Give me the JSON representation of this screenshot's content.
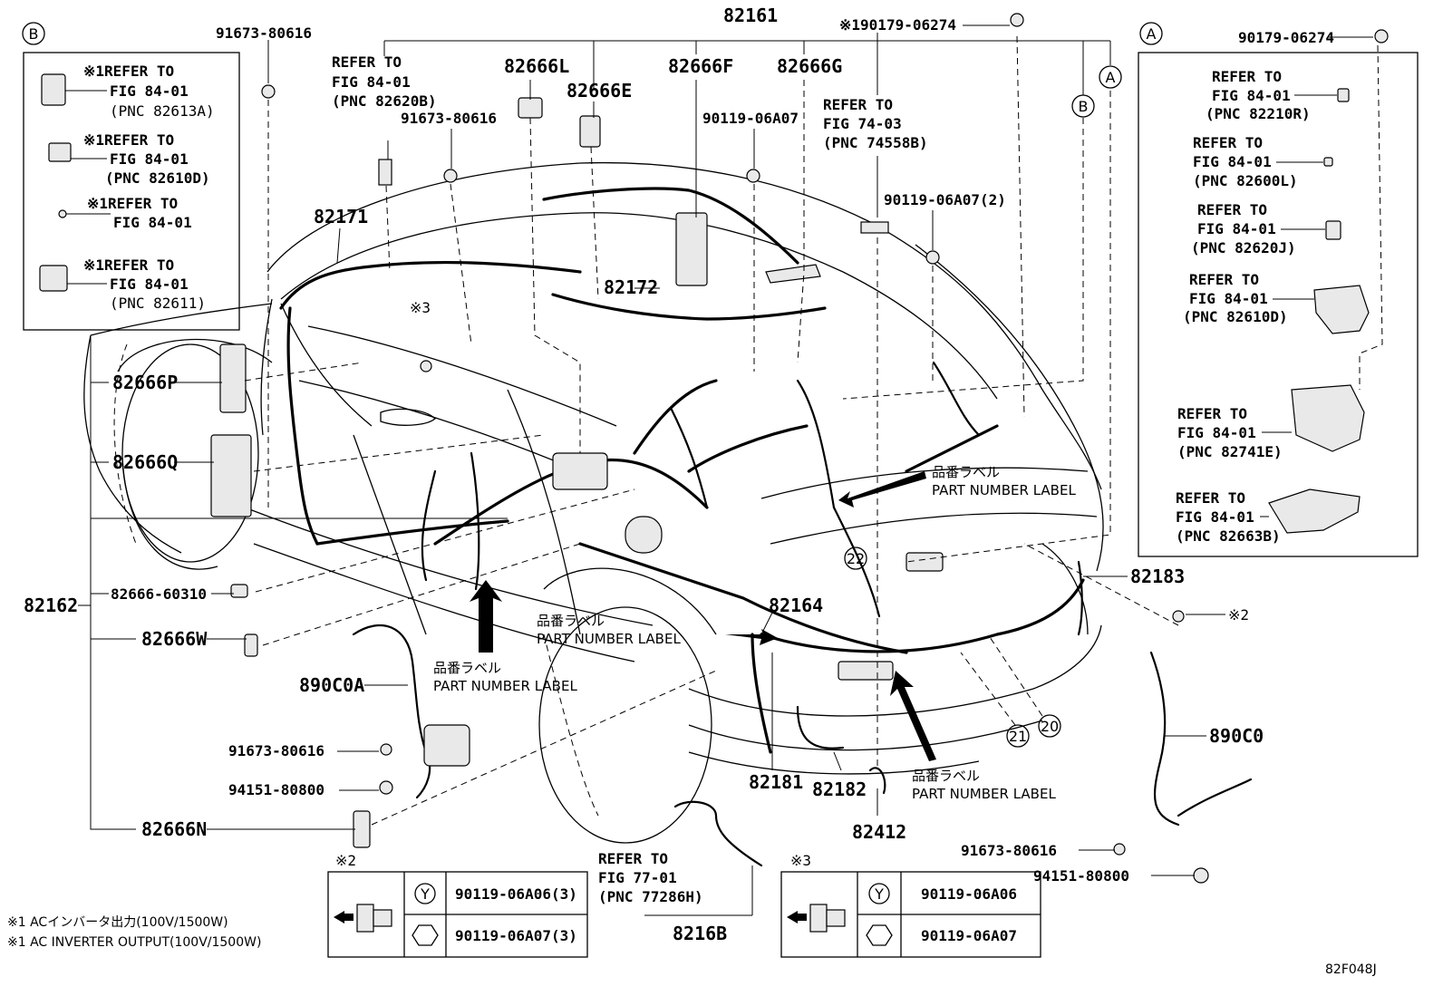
{
  "diagram_id": "82F048J",
  "top_callouts": {
    "main_harness": "82161",
    "bolt_top": "※190179-06274",
    "circle_a": "A",
    "circle_b": "B"
  },
  "refs": {
    "r1": {
      "line1": "REFER TO",
      "line2": "FIG 84-01",
      "line3": "(PNC 82620B)"
    },
    "r2": {
      "line1": "REFER TO",
      "line2": "FIG 74-03",
      "line3": "(PNC 74558B)"
    },
    "r3": {
      "line1": "REFER TO",
      "line2": "FIG 77-01",
      "line3": "(PNC 77286H)"
    }
  },
  "parts": {
    "p82666L": "82666L",
    "p82666E": "82666E",
    "p82666F": "82666F",
    "p82666G": "82666G",
    "p91673_top": "91673-80616",
    "p91673_mid": "91673-80616",
    "p90119_top": "90119-06A07",
    "p90119_2": "90119-06A07(2)",
    "p82171": "82171",
    "p82172": "82172",
    "p82666P": "82666P",
    "p82666Q": "82666Q",
    "p82162": "82162",
    "p82666_60310": "82666-60310",
    "p82666W": "82666W",
    "p890C0A": "890C0A",
    "p91673_left": "91673-80616",
    "p94151_left": "94151-80800",
    "p82666N": "82666N",
    "p82164": "82164",
    "p82181": "82181",
    "p82182": "82182",
    "p82412": "82412",
    "p8216B": "8216B",
    "p82183": "82183",
    "p890C0": "890C0",
    "p91673_right": "91673-80616",
    "p94151_right": "94151-80800",
    "note2_right": "※2",
    "note3_mid": "※3",
    "circle20": "20",
    "circle21": "21",
    "circle22": "22"
  },
  "labels": {
    "jp": "品番ラベル",
    "en": "PART NUMBER LABEL"
  },
  "box_b": {
    "tag": "B",
    "items": [
      {
        "line1": "※1REFER TO",
        "line2": "FIG 84-01",
        "line3": "(PNC 82613A)"
      },
      {
        "line1": "※1REFER TO",
        "line2": "FIG 84-01",
        "line3": "(PNC 82610D)"
      },
      {
        "line1": "※1REFER TO",
        "line2": "FIG 84-01",
        "line3": ""
      },
      {
        "line1": "※1REFER TO",
        "line2": "FIG 84-01",
        "line3": "(PNC 82611)"
      }
    ]
  },
  "box_a": {
    "tag": "A",
    "bolt": "90179-06274",
    "items": [
      {
        "line1": "REFER TO",
        "line2": "FIG 84-01",
        "line3": "(PNC 82210R)"
      },
      {
        "line1": "REFER TO",
        "line2": "FIG 84-01",
        "line3": "(PNC 82600L)"
      },
      {
        "line1": "REFER TO",
        "line2": "FIG 84-01",
        "line3": "(PNC 82620J)"
      },
      {
        "line1": "REFER TO",
        "line2": "FIG 84-01",
        "line3": "(PNC 82610D)"
      },
      {
        "line1": "REFER TO",
        "line2": "FIG 84-01",
        "line3": "(PNC 82741E)"
      },
      {
        "line1": "REFER TO",
        "line2": "FIG 84-01",
        "line3": "(PNC 82663B)"
      }
    ]
  },
  "bolt_table_2": {
    "mark": "※2",
    "rows": [
      {
        "symbol": "Y",
        "part": "90119-06A06(3)"
      },
      {
        "symbol": "",
        "part": "90119-06A07(3)"
      }
    ]
  },
  "bolt_table_3": {
    "mark": "※3",
    "rows": [
      {
        "symbol": "Y",
        "part": "90119-06A06"
      },
      {
        "symbol": "",
        "part": "90119-06A07"
      }
    ]
  },
  "footnotes": {
    "jp": "※1 ACインバータ出力(100V/1500W)",
    "en": "※1 AC INVERTER OUTPUT(100V/1500W)"
  }
}
